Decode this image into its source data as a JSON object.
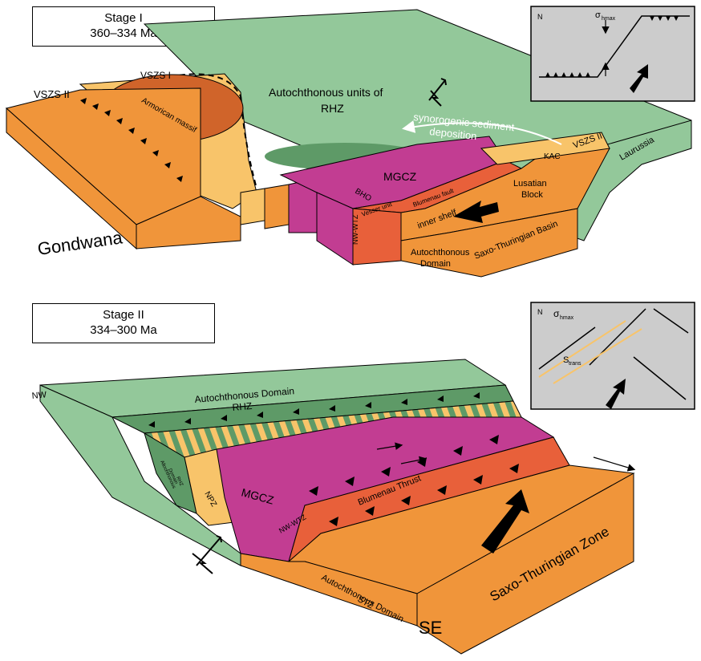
{
  "stage1": {
    "title": "Stage I",
    "age": "360–334 Ma",
    "labels": {
      "vszs2_left": "VSZS II",
      "vszs1": "VSZS I",
      "armorican": "Armorican massif",
      "autochthonous_rhz": "Autochthonous units of",
      "rhz": "RHZ",
      "synorogenic": "synorogenic sediment",
      "deposition": "deposition",
      "vszs2_right": "VSZS II",
      "kac": "KAC",
      "laurussia": "Laurussia",
      "lusatian1": "Lusatian",
      "lusatian2": "Block",
      "mgcz": "MGCZ",
      "bho": "BHO",
      "vesser": "Vesser unit",
      "blumenau_fault": "Blumenau fault",
      "inner_shelf": "inner shelf",
      "saxo": "Saxo-Thuringian Basin",
      "autochthonous1": "Autochthonous",
      "autochthonous2": "Domain",
      "nwwtz": "NW-WTZ",
      "gondwana": "Gondwana"
    },
    "inset": {
      "sigma": "σ",
      "sigma_sub": "hmax",
      "north": "N"
    }
  },
  "stage2": {
    "title": "Stage II",
    "age": "334–300 Ma",
    "labels": {
      "nw": "NW",
      "auto_domain": "Autochthonous Domain",
      "rhz": "RHZ",
      "allo1": "Allochthonous",
      "allo2": "Domain",
      "allo3": "RHZ",
      "npz": "NPZ",
      "mgcz": "MGCZ",
      "nwwtz": "NW-WTZ",
      "blumenau": "Blumenau Thrust",
      "saxo": "Saxo-Thuringian Zone",
      "auto_stz1": "Autochthonous Domain",
      "auto_stz2": "STZ",
      "se": "SE"
    },
    "inset": {
      "sigma": "σ",
      "sigma_sub": "hmax",
      "strans": "S",
      "strans_sub": "trans",
      "north": "N"
    }
  },
  "colors": {
    "green": "#93c89a",
    "dark_green": "#5e9a67",
    "orange": "#f0953a",
    "light_orange": "#f8c46a",
    "brown": "#d0642a",
    "magenta": "#c23d92",
    "red_orange": "#e8603a",
    "gray": "#cccccc"
  }
}
